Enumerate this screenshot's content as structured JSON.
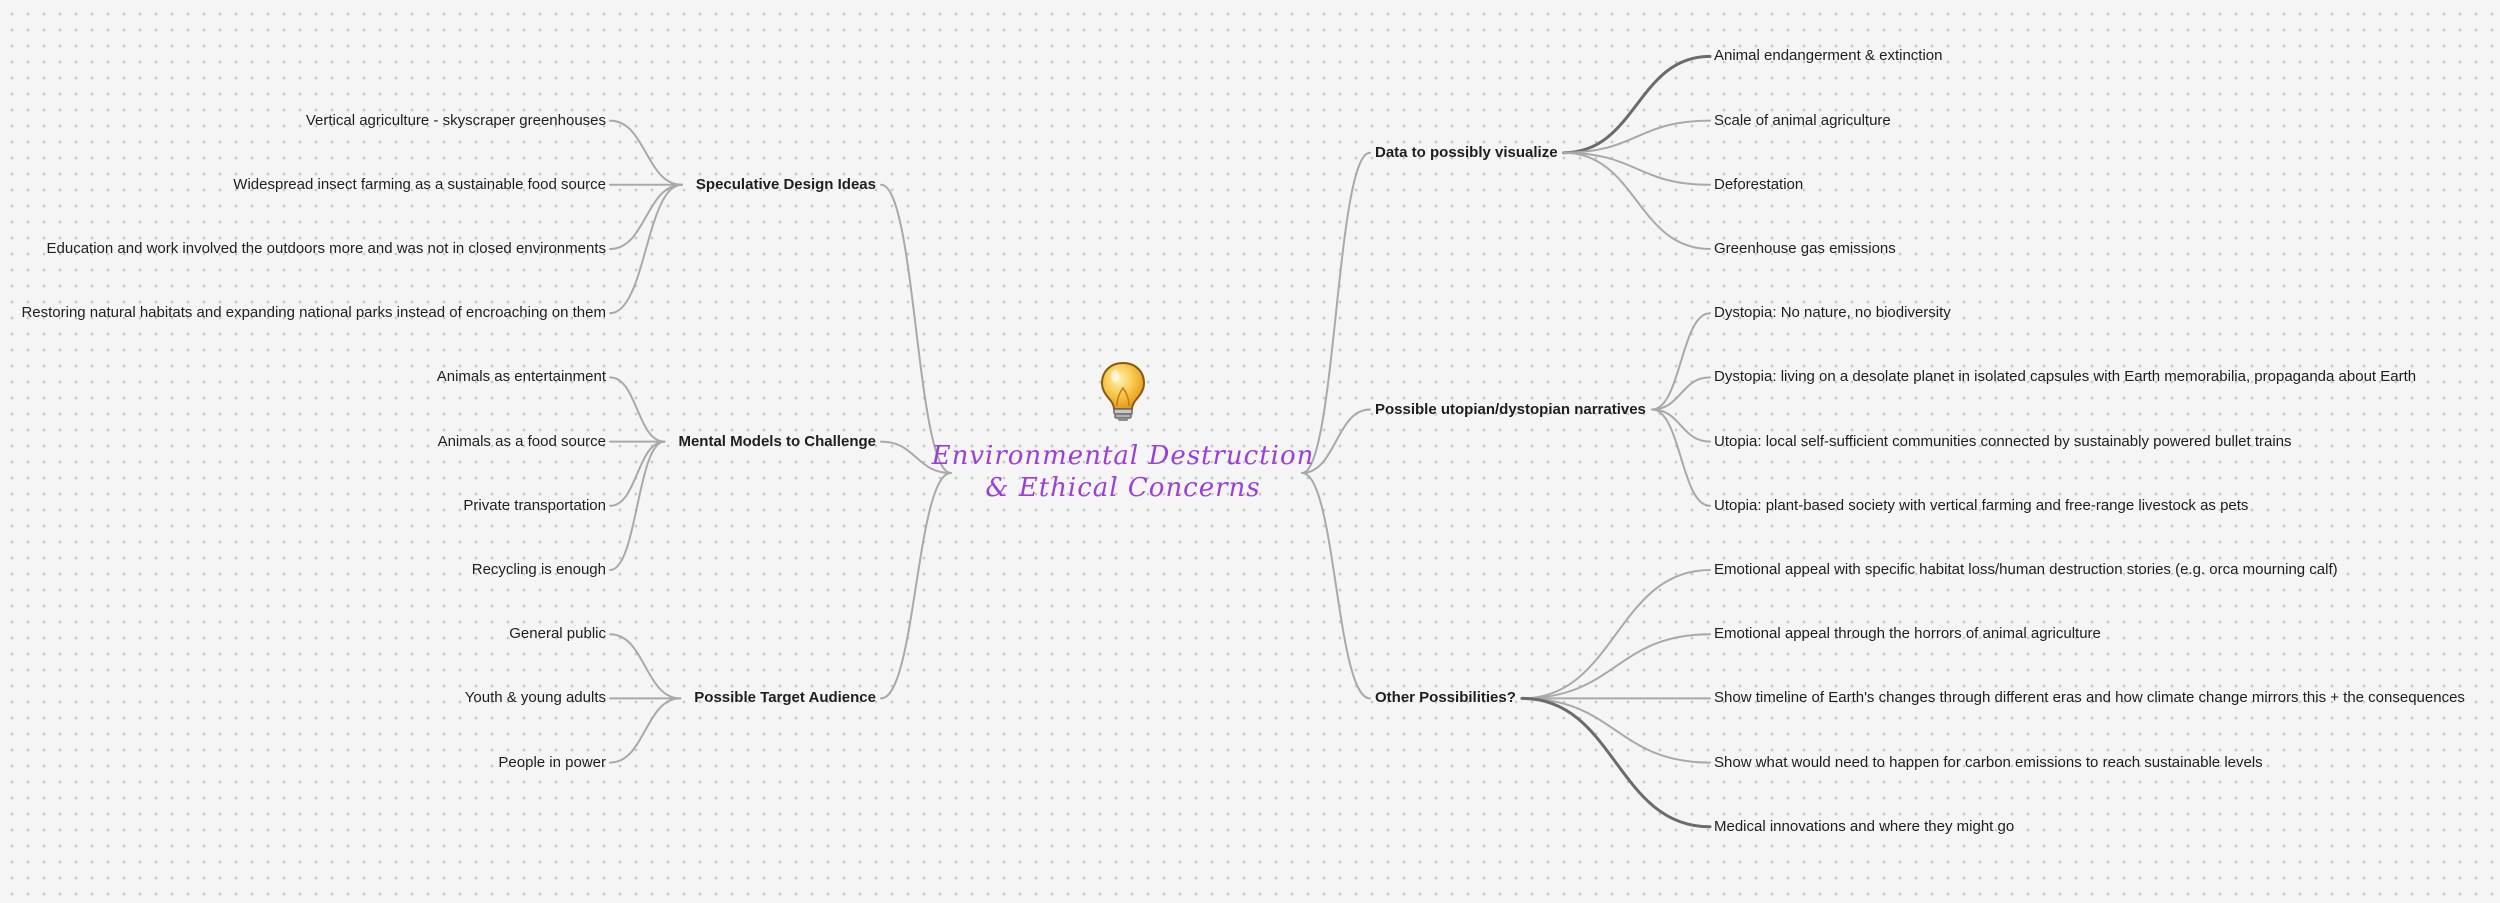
{
  "root": {
    "title_line1": "Environmental Destruction",
    "title_line2": "& Ethical Concerns",
    "icon": "lightbulb-icon"
  },
  "branches": [
    {
      "label": "Speculative Design Ideas",
      "side": "left",
      "children": [
        "Vertical agriculture - skyscraper greenhouses",
        "Widespread insect farming as a sustainable food source",
        "Education and work involved the outdoors more and was not in closed environments",
        "Restoring natural habitats and expanding national parks instead of encroaching on them"
      ]
    },
    {
      "label": "Mental Models to Challenge",
      "side": "left",
      "children": [
        "Animals as entertainment",
        "Animals as a food source",
        "Private transportation",
        "Recycling is enough"
      ]
    },
    {
      "label": "Possible Target Audience",
      "side": "left",
      "children": [
        "General public",
        "Youth & young adults",
        "People in power"
      ]
    },
    {
      "label": "Data to possibly visualize",
      "side": "right",
      "children": [
        "Animal endangerment & extinction",
        "Scale of animal agriculture",
        "Deforestation",
        "Greenhouse gas emissions"
      ]
    },
    {
      "label": "Possible utopian/dystopian narratives",
      "side": "right",
      "children": [
        "Dystopia: No nature, no biodiversity",
        "Dystopia: living on a desolate planet in isolated capsules with Earth memorabilia, propaganda about Earth",
        "Utopia: local self-sufficient communities connected by sustainably powered bullet trains",
        "Utopia: plant-based society with vertical farming and free-range livestock as pets"
      ]
    },
    {
      "label": "Other Possibilities?",
      "side": "right",
      "children": [
        "Emotional appeal with specific habitat loss/human destruction stories (e.g. orca mourning calf)",
        "Emotional appeal through the horrors of animal agriculture",
        "Show timeline of Earth's changes through different eras and how climate change mirrors this + the consequences",
        "Show what would need to happen for carbon emissions to reach sustainable levels",
        "Medical innovations and where they might go"
      ]
    }
  ],
  "colors": {
    "root_text": "#9b3fd6",
    "edge": "#a9a9a9",
    "edge_emphasis": "#6b6b6b",
    "text": "#1e1e1e"
  }
}
